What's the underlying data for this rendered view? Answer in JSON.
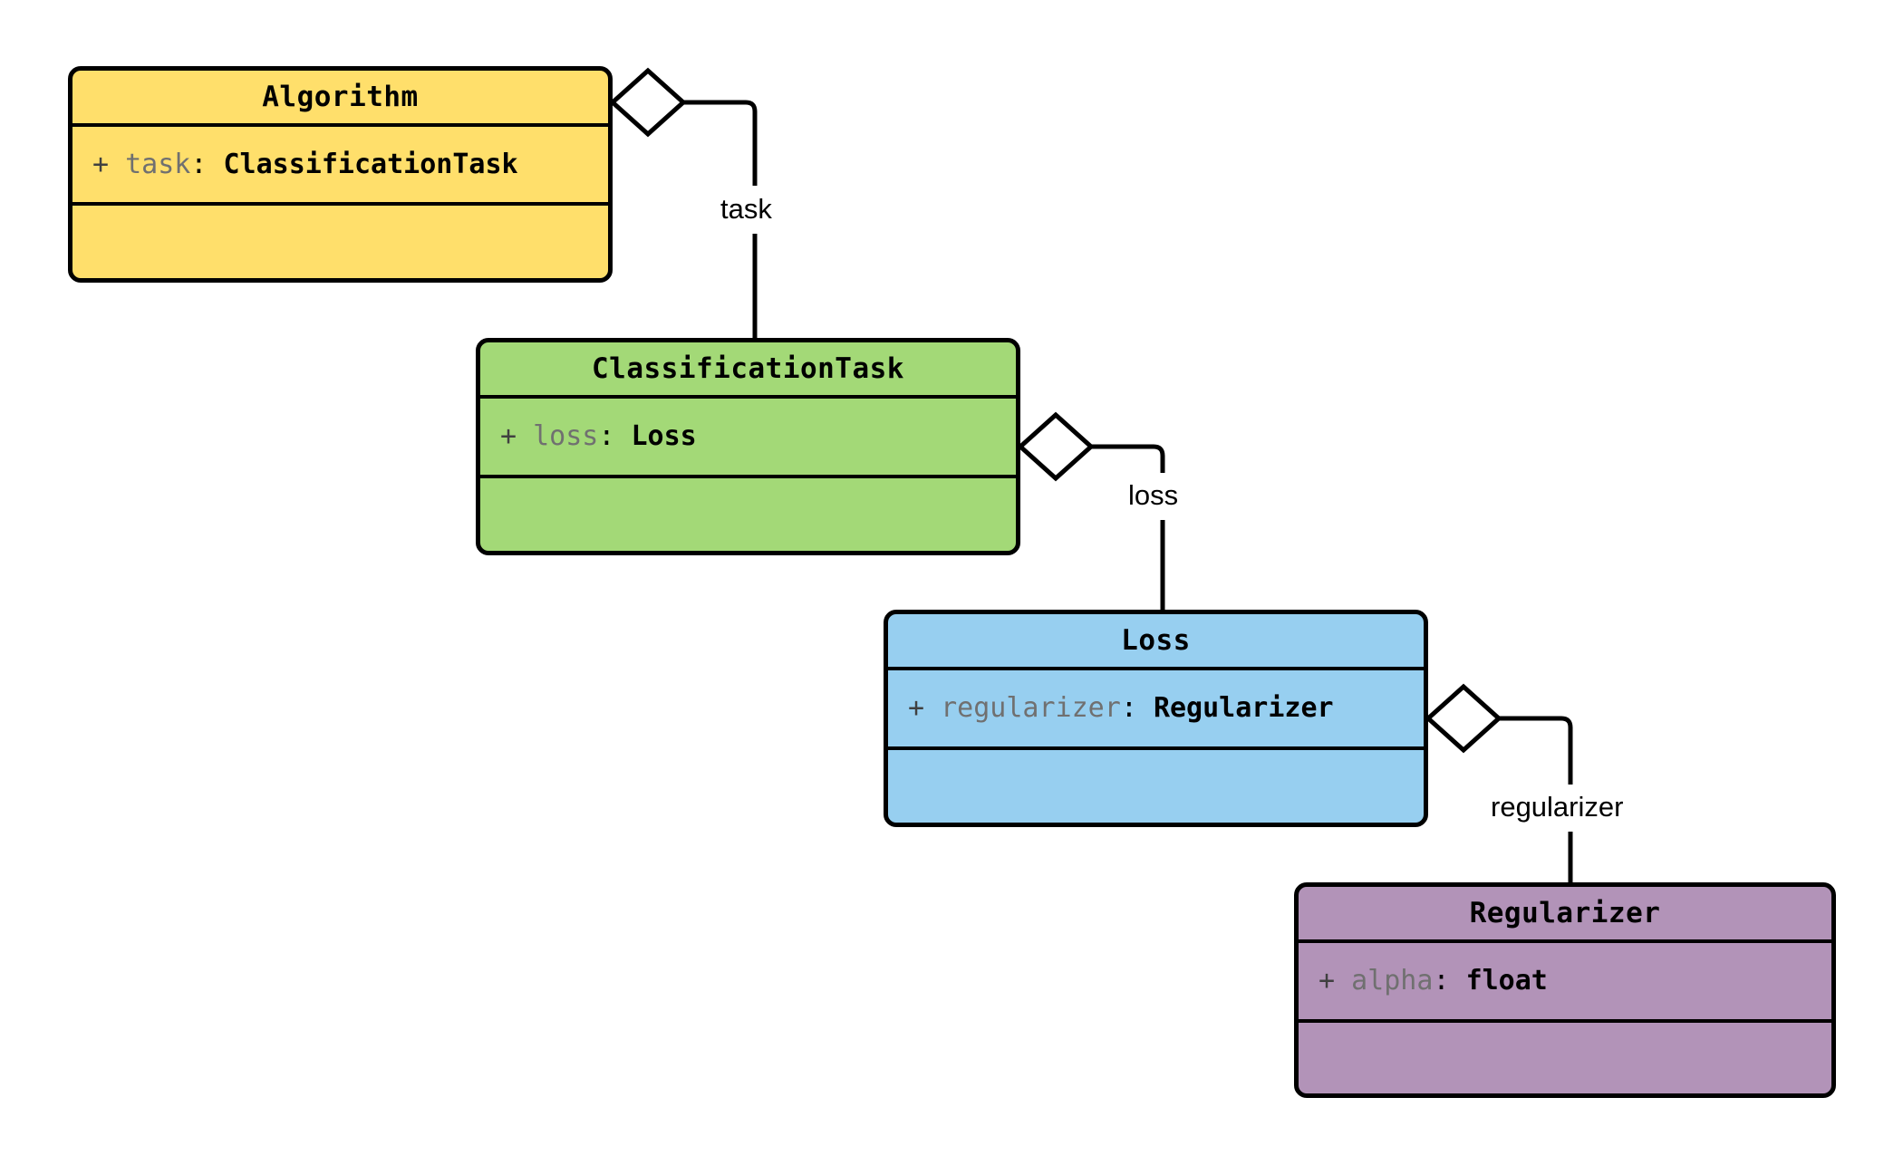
{
  "diagram": {
    "kind": "uml-class-diagram",
    "background": "#ffffff",
    "line_color": "#000000",
    "classes": [
      {
        "id": "algorithm",
        "name": "Algorithm",
        "fill": "#FFDF6B",
        "attributes": [
          {
            "visibility": "+",
            "name": "task",
            "separator": ":",
            "type": "ClassificationTask"
          }
        ],
        "methods": []
      },
      {
        "id": "classificationtask",
        "name": "ClassificationTask",
        "fill": "#A3D977",
        "attributes": [
          {
            "visibility": "+",
            "name": "loss",
            "separator": ":",
            "type": "Loss"
          }
        ],
        "methods": []
      },
      {
        "id": "loss",
        "name": "Loss",
        "fill": "#97CFF0",
        "attributes": [
          {
            "visibility": "+",
            "name": "regularizer",
            "separator": ":",
            "type": "Regularizer"
          }
        ],
        "methods": []
      },
      {
        "id": "regularizer",
        "name": "Regularizer",
        "fill": "#B293B8",
        "attributes": [
          {
            "visibility": "+",
            "name": "alpha",
            "separator": ":",
            "type": "float"
          }
        ],
        "methods": []
      }
    ],
    "relationships": [
      {
        "id": "task",
        "label": "task",
        "type": "aggregation",
        "marker": "hollow-diamond",
        "from": "Algorithm",
        "to": "ClassificationTask"
      },
      {
        "id": "loss",
        "label": "loss",
        "type": "aggregation",
        "marker": "hollow-diamond",
        "from": "ClassificationTask",
        "to": "Loss"
      },
      {
        "id": "regularizer",
        "label": "regularizer",
        "type": "aggregation",
        "marker": "hollow-diamond",
        "from": "Loss",
        "to": "Regularizer"
      }
    ]
  }
}
